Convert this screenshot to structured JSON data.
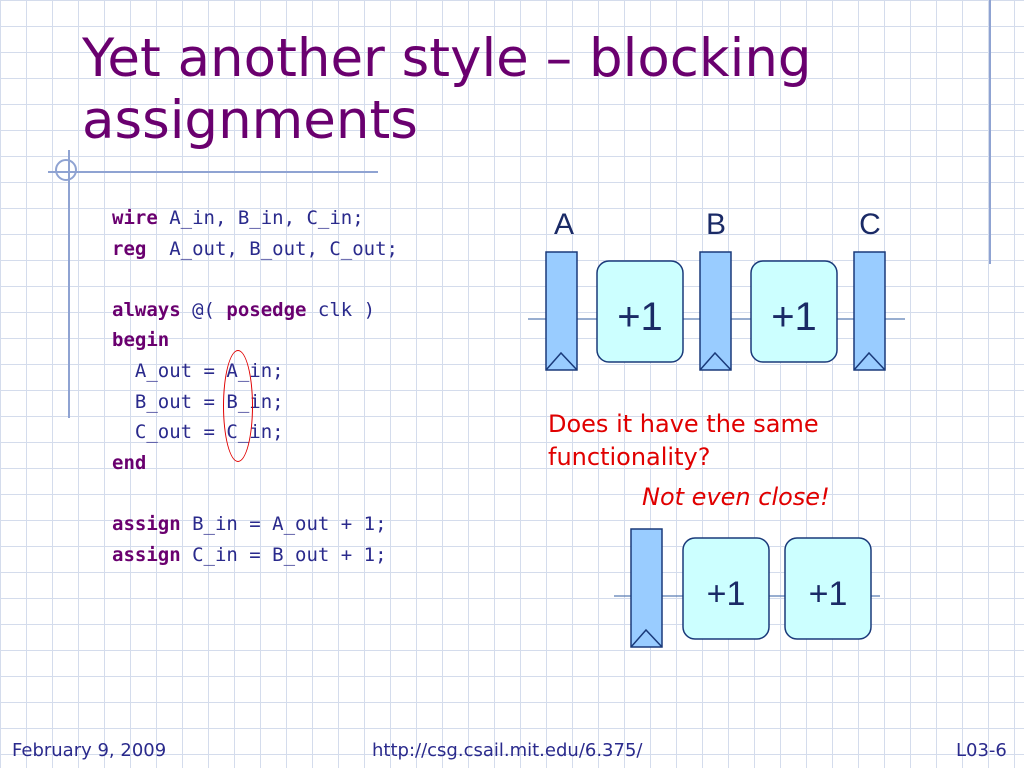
{
  "slide": {
    "title": "Yet another style – blocking assignments"
  },
  "code": {
    "lines": [
      {
        "kw": "wire",
        "rest": " A_in, B_in, C_in;"
      },
      {
        "kw": "reg",
        "rest": "  A_out, B_out, C_out;"
      },
      {
        "kw": "",
        "rest": ""
      },
      {
        "kw": "always",
        "rest": " @( posedge clk )",
        "kw2": "posedge"
      },
      {
        "kw": "begin",
        "rest": ""
      },
      {
        "kw": "",
        "rest": "  A_out = A_in;"
      },
      {
        "kw": "",
        "rest": "  B_out = B_in;"
      },
      {
        "kw": "",
        "rest": "  C_out = C_in;"
      },
      {
        "kw": "end",
        "rest": ""
      },
      {
        "kw": "",
        "rest": ""
      },
      {
        "kw": "assign",
        "rest": " B_in = A_out + 1;"
      },
      {
        "kw": "assign",
        "rest": " C_in = B_out + 1;"
      }
    ]
  },
  "diagram": {
    "top": {
      "registers": [
        "A",
        "B",
        "C"
      ],
      "adders": [
        "+1",
        "+1"
      ]
    },
    "bottom": {
      "adders": [
        "+1",
        "+1"
      ]
    }
  },
  "question": {
    "text": "Does it have the same functionality?",
    "answer": "Not even close!"
  },
  "footer": {
    "date": "February 9, 2009",
    "url": "http://csg.csail.mit.edu/6.375/",
    "page": "L03-6"
  },
  "colors": {
    "title": "#6a006f",
    "code_text": "#2a2a8c",
    "keyword": "#6a006f",
    "highlight_red": "#e00000",
    "register_fill": "#99ccff",
    "adder_fill": "#ccffff"
  }
}
